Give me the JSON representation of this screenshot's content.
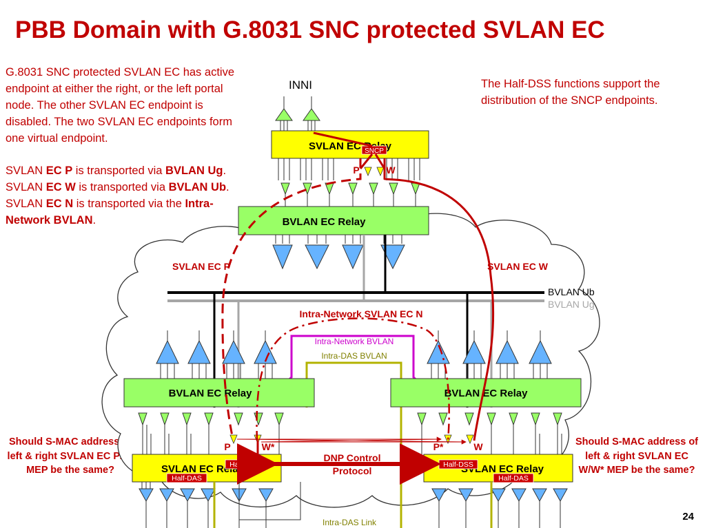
{
  "title": "PBB Domain with G.8031 SNC protected SVLAN EC",
  "left_note": {
    "para1": "G.8031 SNC protected SVLAN EC has active endpoint at either the right, or the left portal node. The other SVLAN EC endpoint is disabled. The two SVLAN EC endpoints form one virtual endpoint.",
    "p2_a": "SVLAN ",
    "p2_b": "EC P",
    "p2_c": " is transported via ",
    "p2_d": "BVLAN Ug",
    "p2_e": ". SVLAN ",
    "p2_f": "EC W",
    "p2_g": " is transported via ",
    "p2_h": "BVLAN Ub",
    "p2_i": ". SVLAN ",
    "p2_j": "EC N",
    "p2_k": " is transported via the ",
    "p2_l": "Intra-Network BVLAN",
    "p2_m": "."
  },
  "right_note": "The Half-DSS functions support the distribution of the SNCP endpoints.",
  "left_question": "Should S-MAC address of left & right SVLAN EC P/P* MEP be the same?",
  "right_question": "Should S-MAC address of left & right SVLAN EC W/W* MEP be the same?",
  "diagram": {
    "inni": "INNI",
    "top_svlan_relay": "SVLAN EC Relay",
    "sncp": "SNCP",
    "top_p": "P",
    "top_w": "W",
    "center_bvlan_relay": "BVLAN EC Relay",
    "svlan_ec_p": "SVLAN EC P",
    "svlan_ec_w": "SVLAN EC W",
    "bvlan_ub": "BVLAN Ub",
    "bvlan_ug": "BVLAN Ug",
    "intra_network_svlan": "Intra-Network SVLAN EC N",
    "intra_network_bvlan": "Intra-Network BVLAN",
    "intra_das_bvlan": "Intra-DAS BVLAN",
    "left_bvlan_relay": "BVLAN EC Relay",
    "right_bvlan_relay": "BVLAN EC Relay",
    "left_p": "P",
    "left_w": "W*",
    "right_p": "P*",
    "right_w": "W",
    "half_dss": "Half-DSS",
    "half_das": "Half-DAS",
    "left_svlan_relay": "SVLAN EC Relay",
    "right_svlan_relay": "SVLAN EC Relay",
    "dnp_control": "DNP Control Protocol",
    "intra_das_link": "Intra-DAS Link"
  },
  "slide_number": "24",
  "colors": {
    "title_red": "#c00000",
    "relay_yellow": "#ffff00",
    "relay_green": "#99ff66",
    "port_blue": "#66b3ff",
    "intra_network_purple": "#cc00cc",
    "intra_das_olive": "#b3b300",
    "bvlan_ug_gray": "#a6a6a6"
  }
}
